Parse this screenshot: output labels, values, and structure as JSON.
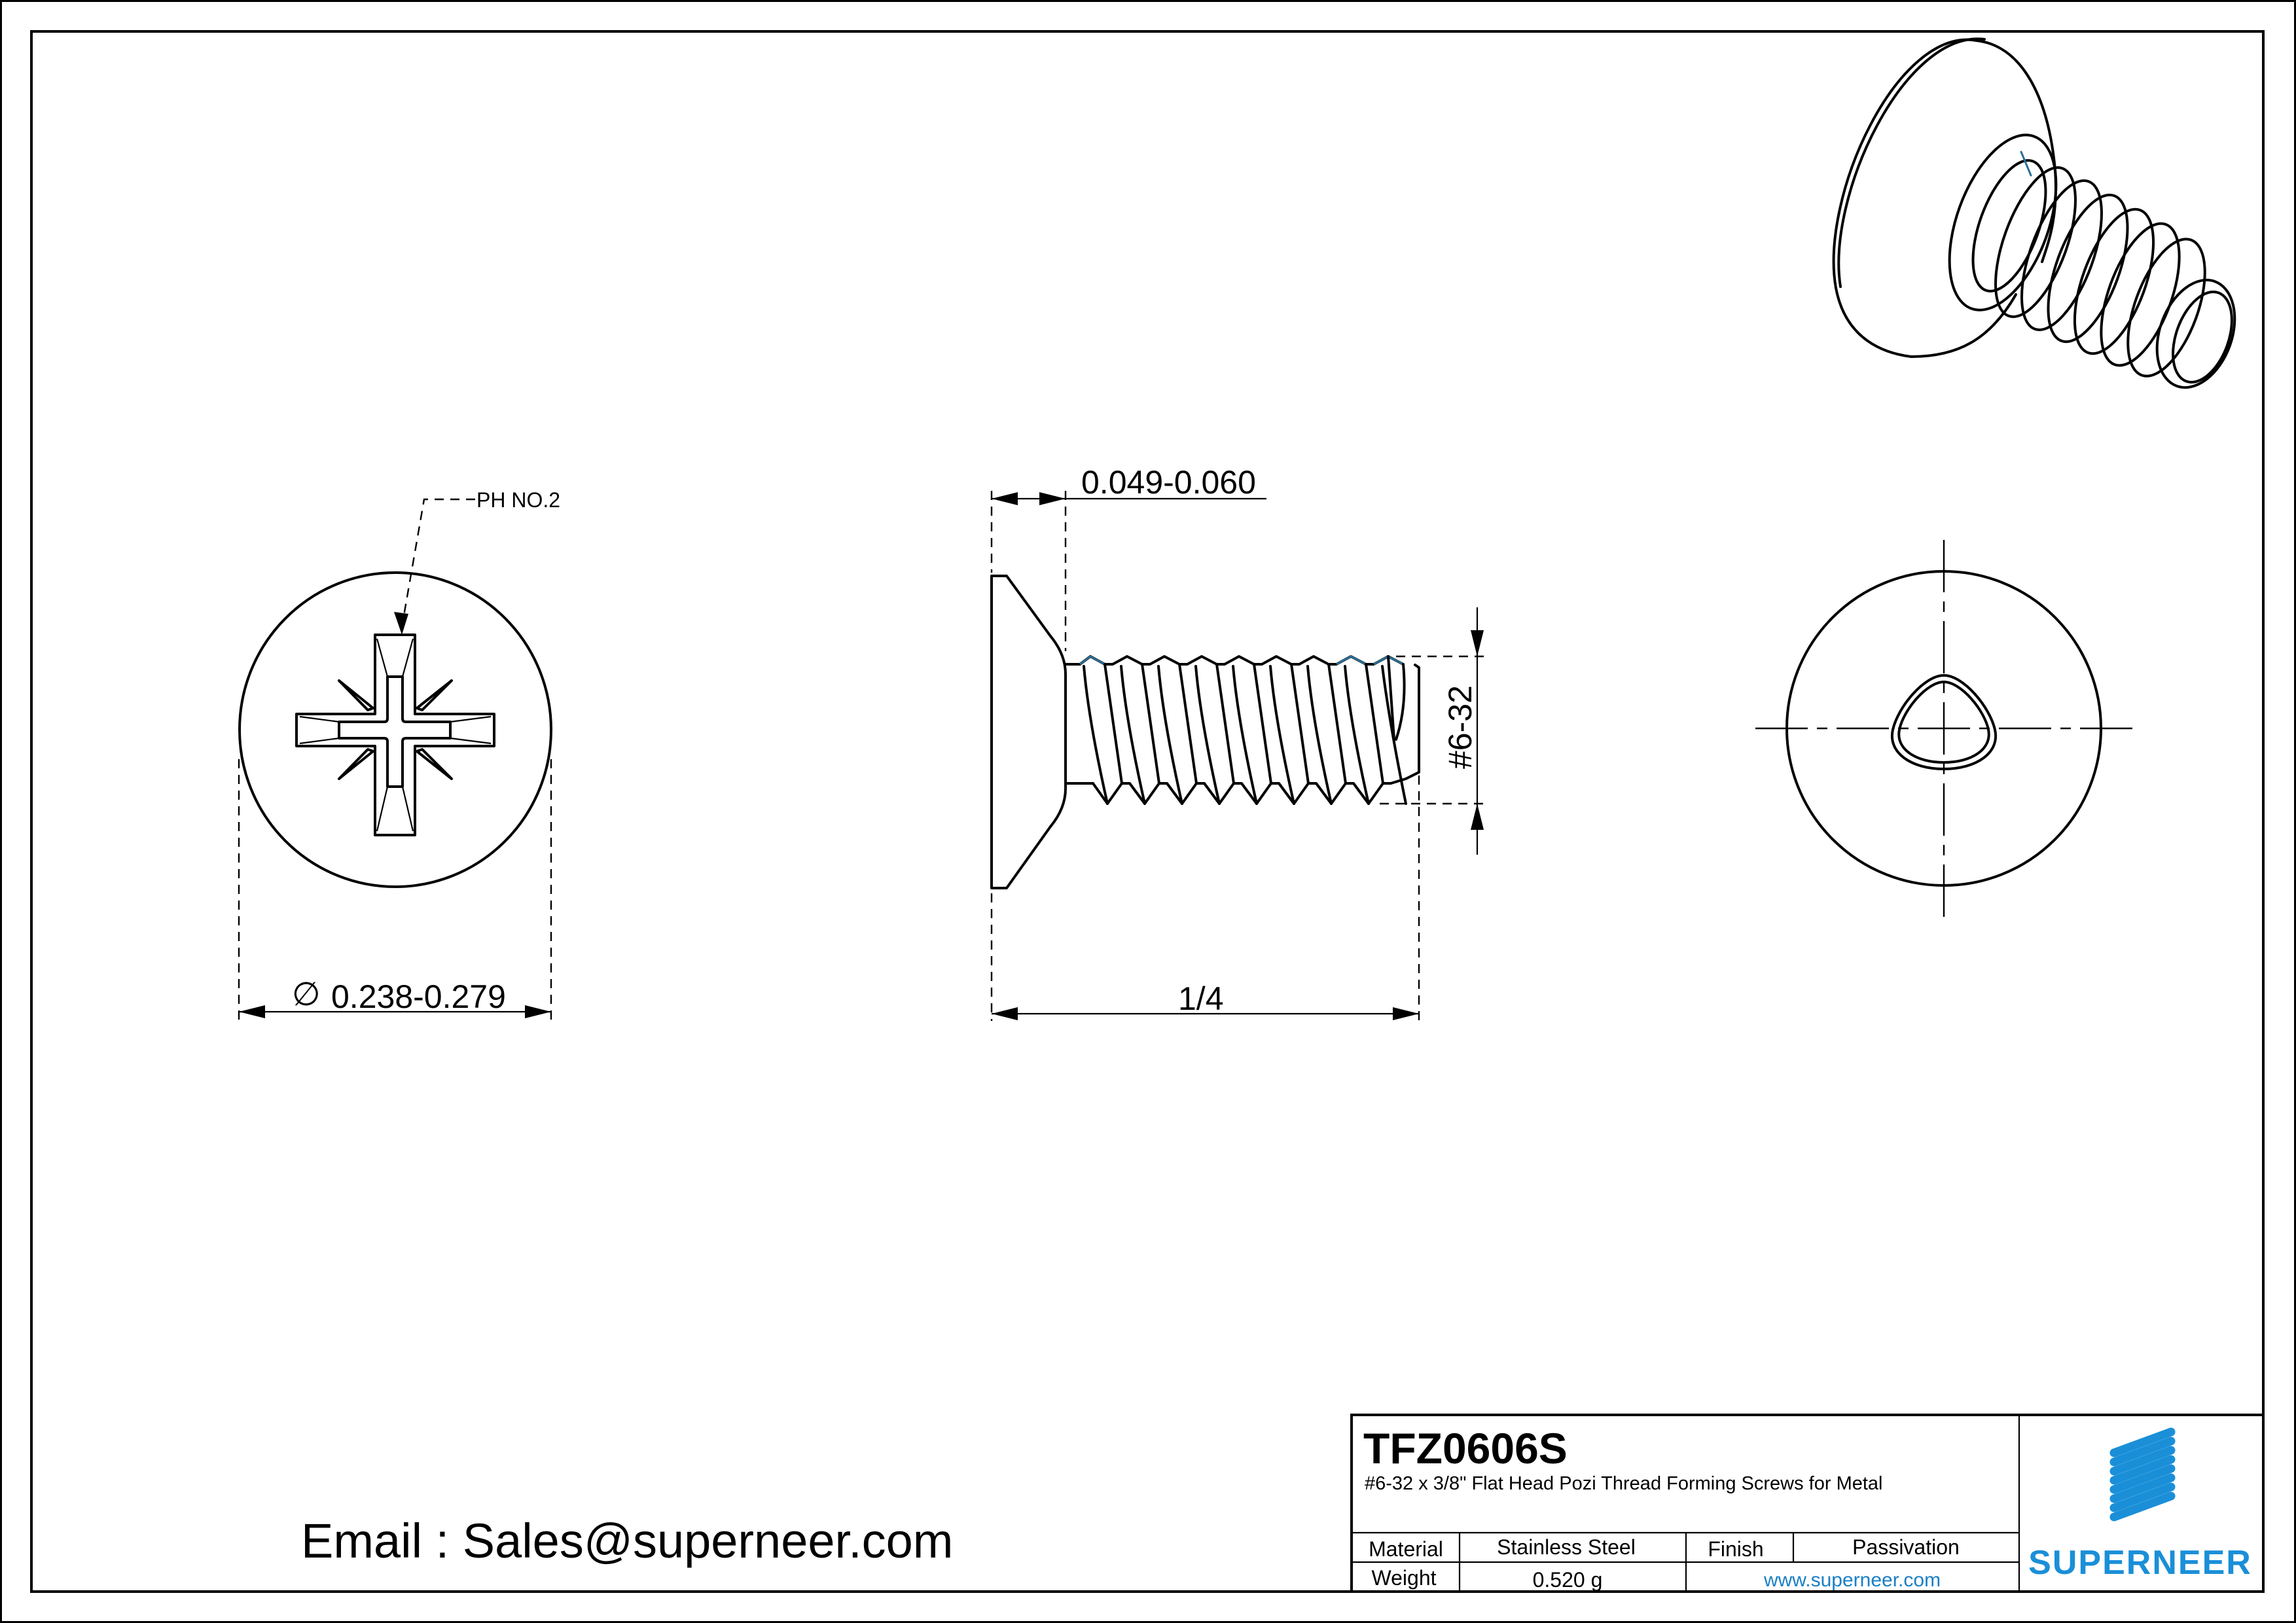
{
  "drawing": {
    "part_number": "TFZ0606S",
    "description": "#6-32 x 3/8\" Flat Head Pozi Thread Forming Screws for Metal",
    "email_line": "Email : Sales@superneer.com"
  },
  "views": {
    "top_view": {
      "drive_callout": "PH NO.2",
      "diameter_symbol": "∅",
      "diameter_dim": "0.238-0.279"
    },
    "side_view": {
      "head_height_dim": "0.049-0.060",
      "length_dim": "1/4",
      "thread_dim": "#6-32"
    },
    "end_view": {},
    "isometric_view": {}
  },
  "title_block": {
    "material_label": "Material",
    "material_value": "Stainless Steel",
    "finish_label": "Finish",
    "finish_value": "Passivation",
    "weight_label": "Weight",
    "weight_value": "0.520 g",
    "website": "www.superneer.com",
    "logo_text": "SUPERNEER"
  },
  "colors": {
    "brand_blue": "#1a8fd8",
    "link_blue": "#1a7fc6",
    "thread_highlight": "#2a6f97"
  }
}
